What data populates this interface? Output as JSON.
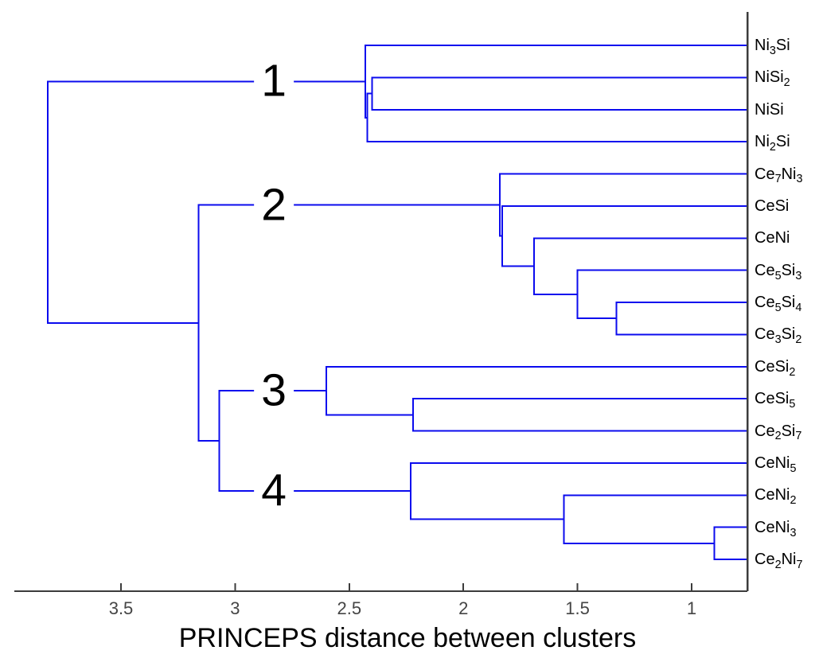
{
  "chart_data": {
    "type": "dendrogram",
    "orientation": "horizontal-right",
    "title": "",
    "xlabel": "PRINCEPS distance between clusters",
    "x_axis_reversed": true,
    "x_limits": [
      3.97,
      0.76
    ],
    "x_ticks": [
      3.5,
      3,
      2.5,
      2,
      1.5,
      1
    ],
    "x_tick_labels": [
      "3.5",
      "3",
      "2.5",
      "2",
      "1.5",
      "1"
    ],
    "grid": false,
    "colors": {
      "link": "#0b0bee",
      "axis": "#3c3c3c",
      "tick_text": "#454545",
      "text": "#000000",
      "background": "#ffffff"
    },
    "leaves": [
      {
        "formula": "Ni3Si",
        "parts": [
          {
            "t": "Ni"
          },
          {
            "t": "3",
            "sub": true
          },
          {
            "t": "Si"
          }
        ]
      },
      {
        "formula": "NiSi2",
        "parts": [
          {
            "t": "NiSi"
          },
          {
            "t": "2",
            "sub": true
          }
        ]
      },
      {
        "formula": "NiSi",
        "parts": [
          {
            "t": "NiSi"
          }
        ]
      },
      {
        "formula": "Ni2Si",
        "parts": [
          {
            "t": "Ni"
          },
          {
            "t": "2",
            "sub": true
          },
          {
            "t": "Si"
          }
        ]
      },
      {
        "formula": "Ce7Ni3",
        "parts": [
          {
            "t": "Ce"
          },
          {
            "t": "7",
            "sub": true
          },
          {
            "t": "Ni"
          },
          {
            "t": "3",
            "sub": true
          }
        ]
      },
      {
        "formula": "CeSi",
        "parts": [
          {
            "t": "CeSi"
          }
        ]
      },
      {
        "formula": "CeNi",
        "parts": [
          {
            "t": "CeNi"
          }
        ]
      },
      {
        "formula": "Ce5Si3",
        "parts": [
          {
            "t": "Ce"
          },
          {
            "t": "5",
            "sub": true
          },
          {
            "t": "Si"
          },
          {
            "t": "3",
            "sub": true
          }
        ]
      },
      {
        "formula": "Ce5Si4",
        "parts": [
          {
            "t": "Ce"
          },
          {
            "t": "5",
            "sub": true
          },
          {
            "t": "Si"
          },
          {
            "t": "4",
            "sub": true
          }
        ]
      },
      {
        "formula": "Ce3Si2",
        "parts": [
          {
            "t": "Ce"
          },
          {
            "t": "3",
            "sub": true
          },
          {
            "t": "Si"
          },
          {
            "t": "2",
            "sub": true
          }
        ]
      },
      {
        "formula": "CeSi2",
        "parts": [
          {
            "t": "CeSi"
          },
          {
            "t": "2",
            "sub": true
          }
        ]
      },
      {
        "formula": "CeSi5",
        "parts": [
          {
            "t": "CeSi"
          },
          {
            "t": "5",
            "sub": true
          }
        ]
      },
      {
        "formula": "Ce2Si7",
        "parts": [
          {
            "t": "Ce"
          },
          {
            "t": "2",
            "sub": true
          },
          {
            "t": "Si"
          },
          {
            "t": "7",
            "sub": true
          }
        ]
      },
      {
        "formula": "CeNi5",
        "parts": [
          {
            "t": "CeNi"
          },
          {
            "t": "5",
            "sub": true
          }
        ]
      },
      {
        "formula": "CeNi2",
        "parts": [
          {
            "t": "CeNi"
          },
          {
            "t": "2",
            "sub": true
          }
        ]
      },
      {
        "formula": "CeNi3",
        "parts": [
          {
            "t": "CeNi"
          },
          {
            "t": "3",
            "sub": true
          }
        ]
      },
      {
        "formula": "Ce2Ni7",
        "parts": [
          {
            "t": "Ce"
          },
          {
            "t": "2",
            "sub": true
          },
          {
            "t": "Ni"
          },
          {
            "t": "7",
            "sub": true
          }
        ]
      }
    ],
    "merges": [
      {
        "id": "M1",
        "top": "L1",
        "bottom": "L2",
        "distance": 2.4
      },
      {
        "id": "M2",
        "top": "M1",
        "bottom": "L3",
        "distance": 2.42
      },
      {
        "id": "M3",
        "top": "L0",
        "bottom": "M2",
        "distance": 2.43
      },
      {
        "id": "M4",
        "top": "L8",
        "bottom": "L9",
        "distance": 1.33
      },
      {
        "id": "M5",
        "top": "L7",
        "bottom": "M4",
        "distance": 1.5
      },
      {
        "id": "M6",
        "top": "L6",
        "bottom": "M5",
        "distance": 1.69
      },
      {
        "id": "M7",
        "top": "L5",
        "bottom": "M6",
        "distance": 1.83
      },
      {
        "id": "M8",
        "top": "L4",
        "bottom": "M7",
        "distance": 1.84
      },
      {
        "id": "M9",
        "top": "L11",
        "bottom": "L12",
        "distance": 2.22
      },
      {
        "id": "M10",
        "top": "L10",
        "bottom": "M9",
        "distance": 2.6
      },
      {
        "id": "M11",
        "top": "L15",
        "bottom": "L16",
        "distance": 0.9
      },
      {
        "id": "M12",
        "top": "L14",
        "bottom": "M11",
        "distance": 1.56
      },
      {
        "id": "M13",
        "top": "L13",
        "bottom": "M12",
        "distance": 2.23
      },
      {
        "id": "M14",
        "top": "M10",
        "bottom": "M13",
        "distance": 3.07
      },
      {
        "id": "M15",
        "top": "M8",
        "bottom": "M14",
        "distance": 3.16
      },
      {
        "id": "M16",
        "top": "M3",
        "bottom": "M15",
        "distance": 3.82
      }
    ],
    "clusters": [
      {
        "label": "1",
        "root": "M3"
      },
      {
        "label": "2",
        "root": "M8"
      },
      {
        "label": "3",
        "root": "M10"
      },
      {
        "label": "4",
        "root": "M13"
      }
    ],
    "cluster_label_distance": 2.83
  }
}
